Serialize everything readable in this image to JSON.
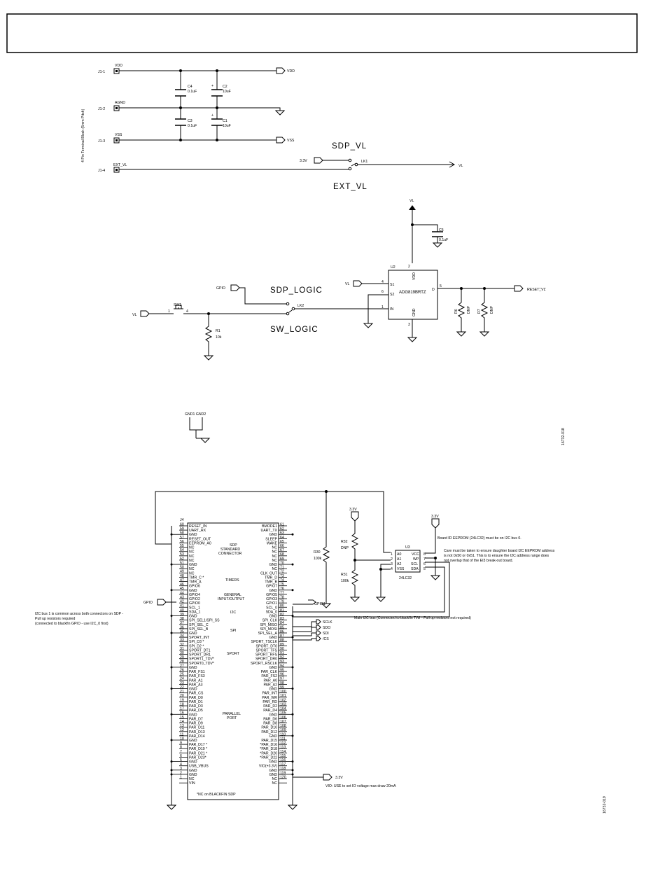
{
  "power_section": {
    "terminal_block_label": "4 Pin Terminal Block (5mm Pitch)",
    "connector_pins": [
      "J1-1",
      "J1-2",
      "J1-3",
      "J1-4"
    ],
    "terminal_nets": [
      "VDD",
      "AGND",
      "VSS",
      "EXT_VL"
    ],
    "output_nets": [
      "VDD",
      "VSS"
    ],
    "capacitors": [
      {
        "ref": "C4",
        "value": "0.1uF"
      },
      {
        "ref": "C2",
        "value": "10uF"
      },
      {
        "ref": "C3",
        "value": "0.1uF"
      },
      {
        "ref": "C1",
        "value": "10uF"
      }
    ],
    "link": {
      "ref": "LK1",
      "input_net": "3.3V",
      "output_net": "VL",
      "option_top": "SDP_VL",
      "option_bottom": "EXT_VL"
    }
  },
  "reset_section": {
    "supply_label": "VL",
    "cap_ref": "C5",
    "cap_value": "0.1uF",
    "switch_ic": {
      "ref": "U2",
      "part": "ADG819BRTZ",
      "pin_vdd": "VDD",
      "pin_gnd": "GND",
      "pin_d": "D",
      "pin_s1": "S1",
      "pin_s2": "S2",
      "pin_in": "IN",
      "pin_nums": [
        "2",
        "4",
        "6",
        "1",
        "3",
        "5"
      ]
    },
    "s1_input": "VL",
    "output_net": "RESET_VL",
    "resistors": [
      {
        "ref": "R6",
        "value": "DNP"
      },
      {
        "ref": "R7",
        "value": "DNP"
      },
      {
        "ref": "R1",
        "value": "10k"
      }
    ],
    "gpio_label": "GPIO",
    "link_ref": "LK2",
    "option_top": "SDP_LOGIC",
    "option_bottom": "SW_LOGIC",
    "switch_ref": "SW1",
    "switch_pins": [
      "1",
      "4"
    ],
    "switch_input": "VL",
    "ground_label": "GND1 GND2",
    "figure_id": "16732-018"
  },
  "connector_section": {
    "ref": "J4",
    "center_title": [
      "SDP",
      "STANDARD",
      "CONNECTOR"
    ],
    "groups": [
      "TIMERS",
      "GENERAL",
      "INPUT/OUTPUT",
      "I2C",
      "SPI",
      "SPORT",
      "PARALLEL",
      "PORT"
    ],
    "footnote": "*NC on BLACKFIN SDP",
    "left_pins": [
      {
        "num": "60",
        "name": "RESET_IN"
      },
      {
        "num": "59",
        "name": "UART_RX"
      },
      {
        "num": "58",
        "name": "GND"
      },
      {
        "num": "57",
        "name": "RESET_OUT"
      },
      {
        "num": "56",
        "name": "EEPROM_A0"
      },
      {
        "num": "55",
        "name": "NC"
      },
      {
        "num": "54",
        "name": "NC"
      },
      {
        "num": "53",
        "name": "NC"
      },
      {
        "num": "52",
        "name": "NC"
      },
      {
        "num": "51",
        "name": "GND"
      },
      {
        "num": "50",
        "name": "NC"
      },
      {
        "num": "49",
        "name": "NC"
      },
      {
        "num": "48",
        "name": "TMR_C *"
      },
      {
        "num": "47",
        "name": "TMR_A"
      },
      {
        "num": "46",
        "name": "GPIO6"
      },
      {
        "num": "45",
        "name": "GND"
      },
      {
        "num": "44",
        "name": "GPIO4"
      },
      {
        "num": "43",
        "name": "GPIO2"
      },
      {
        "num": "42",
        "name": "GPIO0"
      },
      {
        "num": "41",
        "name": "SCL_1"
      },
      {
        "num": "40",
        "name": "SDA_1"
      },
      {
        "num": "39",
        "name": "GND"
      },
      {
        "num": "38",
        "name": "SPI_SEL1/SPI_SS"
      },
      {
        "num": "37",
        "name": "SPI_SEL_C"
      },
      {
        "num": "36",
        "name": "SPI_SEL_B"
      },
      {
        "num": "35",
        "name": "GND"
      },
      {
        "num": "34",
        "name": "SPORT_INT"
      },
      {
        "num": "33",
        "name": "SPI_D3 *"
      },
      {
        "num": "32",
        "name": "SPI_D2 *"
      },
      {
        "num": "31",
        "name": "SPORT_DT1"
      },
      {
        "num": "30",
        "name": "SPORT_DR1"
      },
      {
        "num": "29",
        "name": "SPORT1_TDV*"
      },
      {
        "num": "28",
        "name": "SPORT0_TDV*"
      },
      {
        "num": "27",
        "name": "GND"
      },
      {
        "num": "26",
        "name": "PAR_FS1"
      },
      {
        "num": "25",
        "name": "PAR_FS3"
      },
      {
        "num": "24",
        "name": "PAR_A1"
      },
      {
        "num": "23",
        "name": "PAR_A3"
      },
      {
        "num": "22",
        "name": "GND"
      },
      {
        "num": "21",
        "name": "PAR_CS"
      },
      {
        "num": "20",
        "name": "PAR_D0"
      },
      {
        "num": "19",
        "name": "PAR_D1"
      },
      {
        "num": "18",
        "name": "PAR_D3"
      },
      {
        "num": "17",
        "name": "PAR_D5"
      },
      {
        "num": "16",
        "name": "GND"
      },
      {
        "num": "15",
        "name": "PAR_D7"
      },
      {
        "num": "14",
        "name": "PAR_D9"
      },
      {
        "num": "13",
        "name": "PAR_D11"
      },
      {
        "num": "12",
        "name": "PAR_D13"
      },
      {
        "num": "11",
        "name": "PAR_D14"
      },
      {
        "num": "10",
        "name": "GND"
      },
      {
        "num": "9",
        "name": "PAR_D17 *"
      },
      {
        "num": "8",
        "name": "PAR_D19 *"
      },
      {
        "num": "7",
        "name": "PAR_D21 *"
      },
      {
        "num": "6",
        "name": "PAR_D23*"
      },
      {
        "num": "5",
        "name": "GND"
      },
      {
        "num": "4",
        "name": "USB_VBUS"
      },
      {
        "num": "3",
        "name": "GND"
      },
      {
        "num": "2",
        "name": "GND"
      },
      {
        "num": "1",
        "name": "NC"
      },
      {
        "num": "",
        "name": "VIN"
      }
    ],
    "right_pins": [
      {
        "num": "61",
        "name": "BMODE1"
      },
      {
        "num": "62",
        "name": "UART_TX"
      },
      {
        "num": "63",
        "name": "GND"
      },
      {
        "num": "64",
        "name": "SLEEP"
      },
      {
        "num": "65",
        "name": "WAKE"
      },
      {
        "num": "66",
        "name": "NC"
      },
      {
        "num": "67",
        "name": "NC"
      },
      {
        "num": "68",
        "name": "NC"
      },
      {
        "num": "69",
        "name": "NC"
      },
      {
        "num": "70",
        "name": "GND"
      },
      {
        "num": "71",
        "name": "NC"
      },
      {
        "num": "72",
        "name": "CLK_OUT"
      },
      {
        "num": "73",
        "name": "TMR_D"
      },
      {
        "num": "74",
        "name": "TMR_B"
      },
      {
        "num": "75",
        "name": "GPIO7"
      },
      {
        "num": "76",
        "name": "GND"
      },
      {
        "num": "77",
        "name": "GPIO5"
      },
      {
        "num": "78",
        "name": "GPIO3"
      },
      {
        "num": "79",
        "name": "GPIO1"
      },
      {
        "num": "80",
        "name": "SCL_0"
      },
      {
        "num": "81",
        "name": "SDA_0"
      },
      {
        "num": "82",
        "name": "GND"
      },
      {
        "num": "83",
        "name": "SPI_CLK"
      },
      {
        "num": "84",
        "name": "SPI_MISO"
      },
      {
        "num": "85",
        "name": "SPI_MOSI"
      },
      {
        "num": "86",
        "name": "SPI_SEL_A"
      },
      {
        "num": "87",
        "name": "GND"
      },
      {
        "num": "88",
        "name": "SPORT_TSCLK"
      },
      {
        "num": "89",
        "name": "SPORT_DT0"
      },
      {
        "num": "90",
        "name": "SPORT_TFS"
      },
      {
        "num": "91",
        "name": "SPORT_RFS"
      },
      {
        "num": "92",
        "name": "SPORT_DR0"
      },
      {
        "num": "93",
        "name": "SPORT_RSCLK"
      },
      {
        "num": "94",
        "name": "GND"
      },
      {
        "num": "95",
        "name": "PAR_CLK"
      },
      {
        "num": "96",
        "name": "PAR_FS2"
      },
      {
        "num": "97",
        "name": "PAR_A0"
      },
      {
        "num": "98",
        "name": "PAR_A2"
      },
      {
        "num": "99",
        "name": "GND"
      },
      {
        "num": "100",
        "name": "PAR_INT"
      },
      {
        "num": "101",
        "name": "PAR_WR"
      },
      {
        "num": "102",
        "name": "PAR_RD"
      },
      {
        "num": "103",
        "name": "PAR_D2"
      },
      {
        "num": "104",
        "name": "PAR_D4"
      },
      {
        "num": "105",
        "name": "GND"
      },
      {
        "num": "106",
        "name": "PAR_D6"
      },
      {
        "num": "107",
        "name": "PAR_D8"
      },
      {
        "num": "108",
        "name": "PAR_D10"
      },
      {
        "num": "109",
        "name": "PAR_D12"
      },
      {
        "num": "110",
        "name": "GND"
      },
      {
        "num": "111",
        "name": "PAR_D15"
      },
      {
        "num": "112",
        "name": "*PAR_D16"
      },
      {
        "num": "113",
        "name": "*PAR_D18"
      },
      {
        "num": "114",
        "name": "*PAR_D20"
      },
      {
        "num": "115",
        "name": "*PAR_D22"
      },
      {
        "num": "116",
        "name": "GND"
      },
      {
        "num": "117",
        "name": "VIO(+3.3V)"
      },
      {
        "num": "118",
        "name": "GND"
      },
      {
        "num": "119",
        "name": "GND"
      },
      {
        "num": "120",
        "name": "NC"
      },
      {
        "num": "",
        "name": "NC"
      }
    ],
    "gpio0_net": "GPIO",
    "gpio1_net": "GPIO1",
    "spi_nets": [
      "SCLK",
      "SDO",
      "SDI",
      "/CS"
    ],
    "vio_net": "3.3V",
    "eeprom": {
      "ref": "U3",
      "part": "24LC32",
      "left_pins": [
        "A0",
        "A1",
        "A2",
        "VSS"
      ],
      "right_pins": [
        "VCC",
        "WP",
        "SCL",
        "SDA"
      ],
      "left_nums": [
        "1",
        "2",
        "3",
        "4"
      ],
      "right_nums": [
        "8",
        "7",
        "6",
        "5"
      ]
    },
    "resistors": [
      {
        "ref": "R30",
        "value": "100k"
      },
      {
        "ref": "R32",
        "value": "DNP"
      },
      {
        "ref": "R31",
        "value": "100k"
      }
    ],
    "supply_labels": [
      "3.3V",
      "3.3V"
    ],
    "notes": {
      "eeprom_bus": "Board ID EEPROM (24LC32) must be on I2C bus 0.",
      "eeprom_addr": [
        "Care must be taken to ensure daughter board I2C EEPROM address",
        "is not 0x50 or 0x51. This is to ensure the I2C address range does",
        "not overlap that of the EI3 break-out board."
      ],
      "i2c1": [
        "I2C bus 1 is common across both connectors on SDP -",
        "Pull up resistors required",
        "(connected to blackfin GPIO - use I2C_0 first)"
      ],
      "i2c0": "Main I2C bus (Connected to blackfin TWI - Pull up resistors not required)",
      "vio": "VIO: USE to set IO voltage max draw 20mA"
    },
    "figure_id": "16732-019"
  }
}
